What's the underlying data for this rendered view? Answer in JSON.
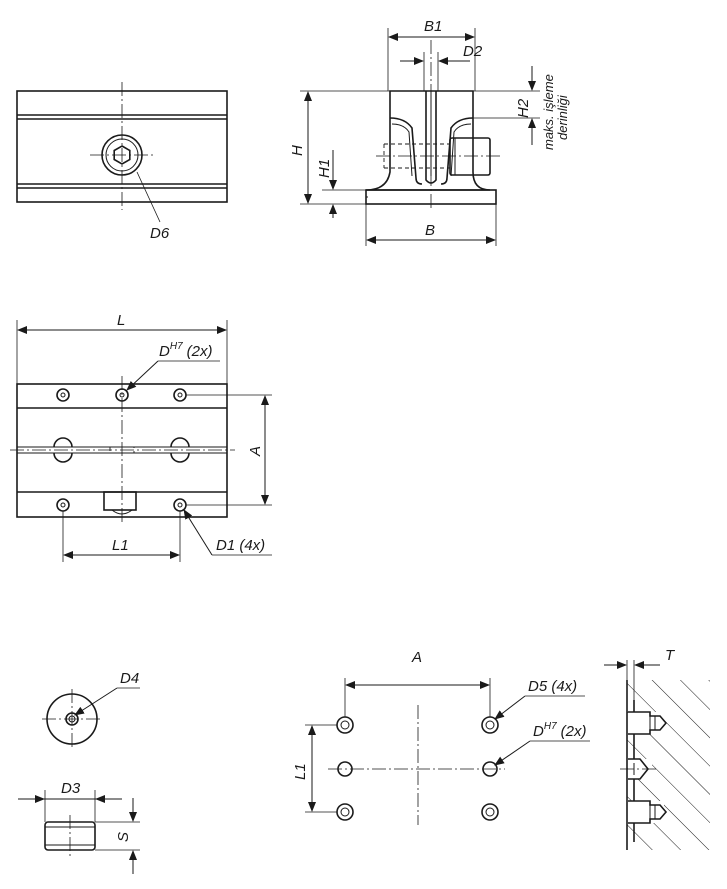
{
  "labels": {
    "d6": "D6",
    "b1": "B1",
    "d2": "D2",
    "h2": "H2",
    "h": "H",
    "h1": "H1",
    "b": "B",
    "max_depth_line1": "maks. işleme",
    "max_depth_line2": "derinliği",
    "l": "L",
    "dh7_base": "D",
    "dh7_sup": "H7",
    "count_2x": "(2x)",
    "a": "A",
    "l1": "L1",
    "d1_4x": "D1 (4x)",
    "d4": "D4",
    "d3": "D3",
    "s": "S",
    "d5_4x": "D5 (4x)",
    "t": "T"
  }
}
